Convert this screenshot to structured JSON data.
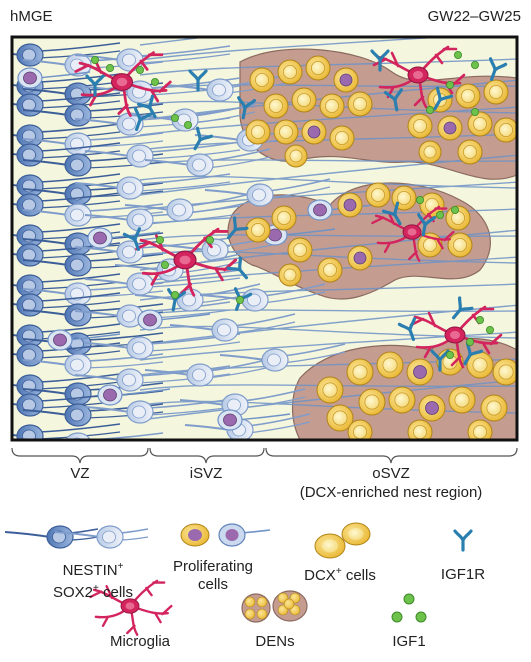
{
  "header": {
    "region": "hMGE",
    "age": "GW22–GW25"
  },
  "zones": [
    {
      "label": "VZ"
    },
    {
      "label": "iSVZ"
    },
    {
      "label": "oSVZ",
      "sub": "(DCX-enriched nest region)"
    }
  ],
  "legend": {
    "nestin_line1": "NESTIN",
    "nestin_sup": "+",
    "nestin_line2_pre": "SOX2",
    "nestin_line2_sup": "+",
    "nestin_line2_post": " cells",
    "proliferating_line1": "Proliferating",
    "proliferating_line2": "cells",
    "dcx_pre": "DCX",
    "dcx_sup": "+",
    "dcx_post": " cells",
    "igf1r": "IGF1R",
    "microglia": "Microglia",
    "dens": "DENs",
    "igf1": "IGF1"
  },
  "colors": {
    "background": "#f4f6dd",
    "nest": "#c49c90",
    "nestin_cell": "#6f93c7",
    "nestin_light": "#d9e3f2",
    "proliferating_nucleus": "#9b6aae",
    "dcx_cell": "#f0c23a",
    "microglia": "#d3245e",
    "igf1r": "#2a7fb0",
    "igf1": "#6cc24a"
  }
}
